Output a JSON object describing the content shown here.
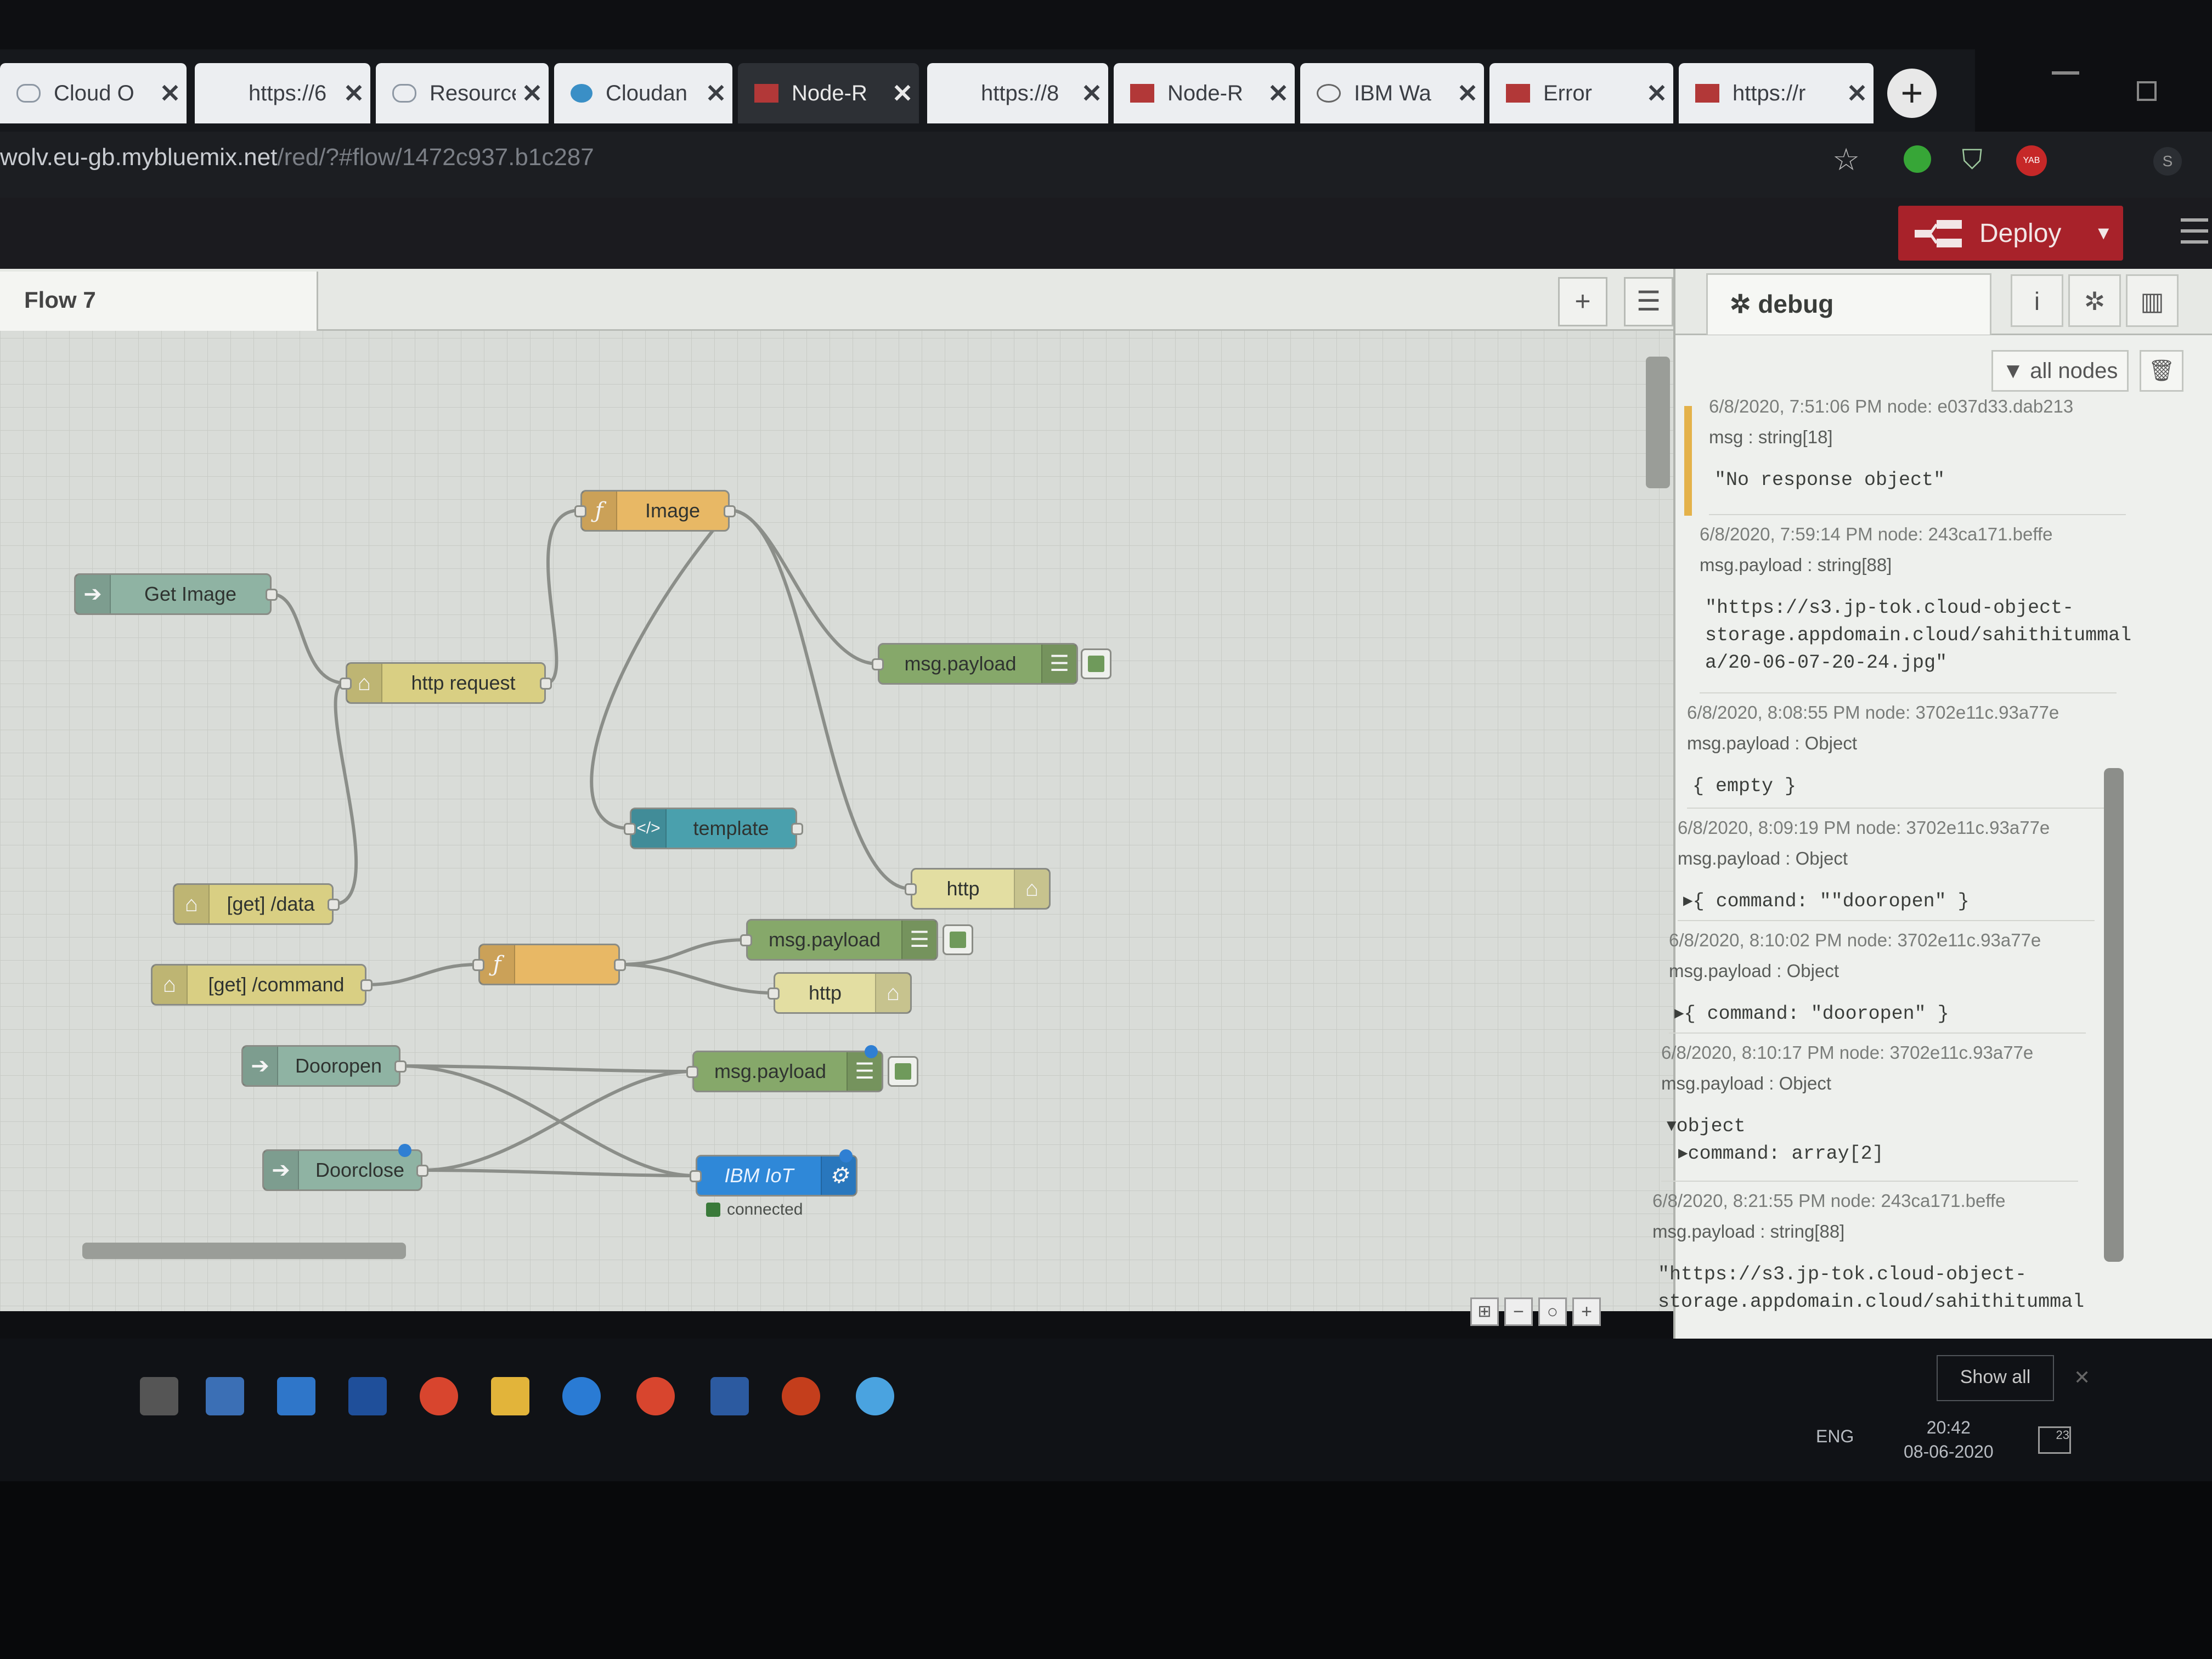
{
  "browser": {
    "tabs": [
      {
        "label": "Cloud O",
        "icon": "cloud-icon",
        "active": false
      },
      {
        "label": "https://6",
        "icon": "",
        "active": false
      },
      {
        "label": "Resource",
        "icon": "cloud-icon",
        "active": false
      },
      {
        "label": "Cloudan",
        "icon": "cloudant-icon",
        "active": false
      },
      {
        "label": "Node-R",
        "icon": "node-red-icon",
        "active": true
      },
      {
        "label": "https://8",
        "icon": "",
        "active": false
      },
      {
        "label": "Node-R",
        "icon": "node-red-icon",
        "active": false
      },
      {
        "label": "IBM Wa",
        "icon": "watson-icon",
        "active": false
      },
      {
        "label": "Error",
        "icon": "node-red-icon",
        "active": false
      },
      {
        "label": "https://r",
        "icon": "node-red-icon",
        "active": false
      }
    ],
    "close_glyph": "✕",
    "newtab_glyph": "+",
    "url_host": "wolv.eu-gb.mybluemix.net",
    "url_path": "/red/?#flow/1472c937.b1c287",
    "extension_badge": "YAB",
    "profile_letter": "S"
  },
  "nodered": {
    "deploy_label": "Deploy",
    "flow_tab": "Flow 7",
    "nodes": {
      "get_image": "Get Image",
      "http_request": "http request",
      "image_fn": "Image",
      "msg_payload_1": "msg.payload",
      "template": "template",
      "http_1": "http",
      "get_data": "[get] /data",
      "get_command": "[get] /command",
      "msg_payload_2": "msg.payload",
      "http_2": "http",
      "dooropen": "Dooropen",
      "doorclose": "Doorclose",
      "msg_payload_3": "msg.payload",
      "ibm_iot": "IBM IoT",
      "ibm_iot_status": "connected"
    },
    "zoom_buttons": [
      "−",
      "○",
      "+"
    ]
  },
  "debug": {
    "title": "debug",
    "filter_label": "all nodes",
    "messages": [
      {
        "meta": "6/8/2020, 7:51:06 PM   node: e037d33.dab213",
        "type": "msg : string[18]",
        "body": "\"No response object\""
      },
      {
        "meta": "6/8/2020, 7:59:14 PM   node: 243ca171.beffe",
        "type": "msg.payload : string[88]",
        "body": "\"https://s3.jp-tok.cloud-object-\nstorage.appdomain.cloud/sahithitummal\na/20-06-07-20-24.jpg\""
      },
      {
        "meta": "6/8/2020, 8:08:55 PM   node: 3702e11c.93a77e",
        "type": "msg.payload : Object",
        "body": "{ empty }"
      },
      {
        "meta": "6/8/2020, 8:09:19 PM   node: 3702e11c.93a77e",
        "type": "msg.payload : Object",
        "body": "▸{ command: \"\"dooropen\" }"
      },
      {
        "meta": "6/8/2020, 8:10:02 PM   node: 3702e11c.93a77e",
        "type": "msg.payload : Object",
        "body": "▸{ command: \"dooropen\" }"
      },
      {
        "meta": "6/8/2020, 8:10:17 PM   node: 3702e11c.93a77e",
        "type": "msg.payload : Object",
        "body": "▾object\n ▸command: array[2]"
      },
      {
        "meta": "6/8/2020, 8:21:55 PM   node: 243ca171.beffe",
        "type": "msg.payload : string[88]",
        "body": "\"https://s3.jp-tok.cloud-object-\nstorage.appdomain.cloud/sahithitummal"
      }
    ]
  },
  "taskbar": {
    "show_all": "Show all",
    "language": "ENG",
    "time": "20:42",
    "date": "08-06-2020",
    "notification_count": "23"
  },
  "colors": {
    "deploy": "#a8222a",
    "inject_node": "#8fb3a3",
    "http_in_node": "#d9cf83",
    "function_node": "#e8b865",
    "debug_node": "#86a86a",
    "template_node": "#4aa0ad",
    "http_response_node": "#e3dea2",
    "ibm_iot_node": "#2f88d8"
  }
}
